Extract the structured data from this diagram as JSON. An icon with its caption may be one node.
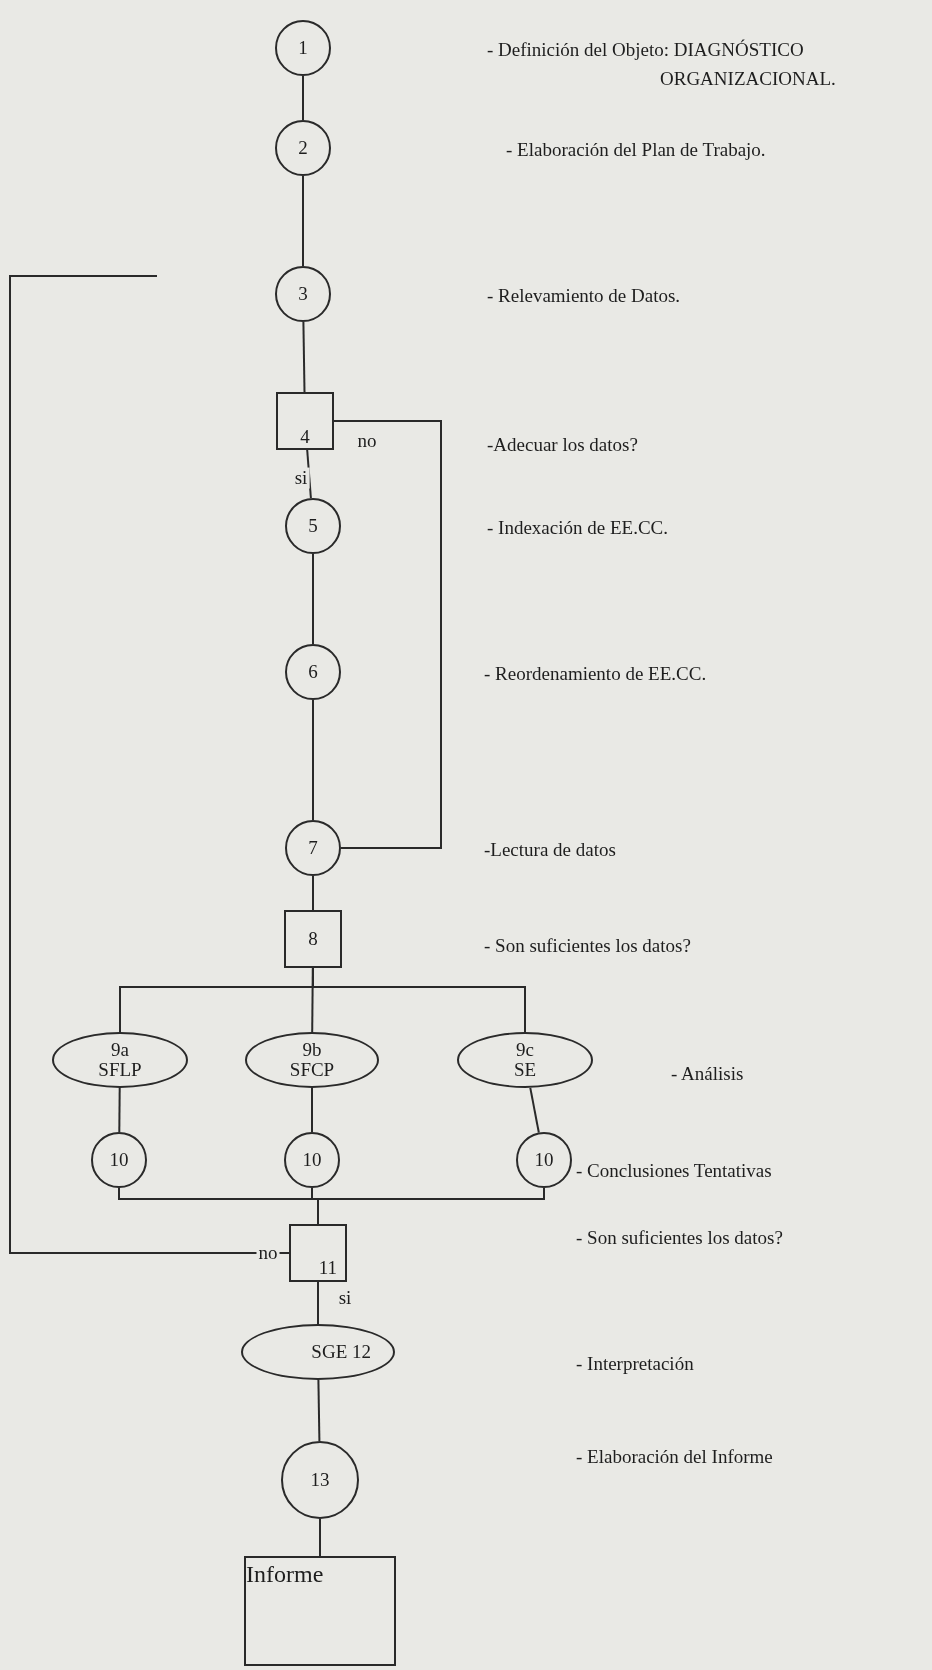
{
  "diagram": {
    "nodes": [
      {
        "text": [
          "1"
        ]
      },
      {
        "text": [
          "2"
        ]
      },
      {
        "text": [
          "3"
        ]
      },
      {
        "text": [
          "4"
        ]
      },
      {
        "text": [
          "5"
        ]
      },
      {
        "text": [
          "6"
        ]
      },
      {
        "text": [
          "7"
        ]
      },
      {
        "text": [
          "8"
        ]
      },
      {
        "text": [
          "9a",
          "SFLP"
        ]
      },
      {
        "text": [
          "9b",
          "SFCP"
        ]
      },
      {
        "text": [
          "9c",
          "SE"
        ]
      },
      {
        "text": [
          "10"
        ]
      },
      {
        "text": [
          "10"
        ]
      },
      {
        "text": [
          "10"
        ],
        "beside": [
          "- Conclusiones Tentativas"
        ]
      },
      {
        "text": [
          "11"
        ]
      },
      {
        "text": [
          "SGE 12"
        ]
      },
      {
        "text": [
          "13"
        ]
      },
      {
        "text": [
          "Informe"
        ]
      }
    ],
    "edges": [
      {
        "from": 0,
        "to": 1,
        "arrow": "none"
      },
      {
        "from": 1,
        "to": 2,
        "arrow": "none"
      },
      {
        "from": 2,
        "to": 3,
        "arrow": "none"
      },
      {
        "from": 3,
        "to": 4,
        "arrow": "none",
        "label": "si"
      },
      {
        "from": 4,
        "to": 5,
        "arrow": "none"
      },
      {
        "from": 5,
        "to": 6,
        "arrow": "none"
      },
      {
        "from": 6,
        "to": 7,
        "arrow": "none"
      },
      {
        "from": 7,
        "to": 8,
        "arrow": "none"
      },
      {
        "from": 7,
        "to": 9,
        "arrow": "none"
      },
      {
        "from": 7,
        "to": 10,
        "arrow": "none"
      },
      {
        "from": 8,
        "to": 11,
        "arrow": "none"
      },
      {
        "from": 9,
        "to": 12,
        "arrow": "none"
      },
      {
        "from": 10,
        "to": 13,
        "arrow": "none"
      },
      {
        "from": 11,
        "to": 14,
        "arrow": "none"
      },
      {
        "from": 12,
        "to": 14,
        "arrow": "none"
      },
      {
        "from": 13,
        "to": 14,
        "arrow": "none"
      },
      {
        "from": 14,
        "to": 15,
        "arrow": "none",
        "label": "si"
      },
      {
        "from": 15,
        "to": 16,
        "arrow": "none"
      },
      {
        "from": 16,
        "to": 17,
        "arrow": "none"
      },
      {
        "from": 3,
        "to": 6,
        "arrow": "none",
        "label": "no"
      },
      {
        "from": 14,
        "to": null,
        "arrow": "none",
        "label": "no"
      }
    ],
    "labels": [
      "- Definición del Objeto: DIAGNÓSTICO ORGANIZACIONAL.",
      "- Elaboración del Plan de Trabajo.",
      "- Relevamiento de Datos.",
      "-Adecuar los datos?",
      "- Indexación de EE.CC.",
      "- Reordenamiento de EE.CC.",
      "-Lectura de datos",
      "- Son suficientes los datos?",
      "- Análisis",
      "- Son suficientes los datos?",
      "- Interpretación",
      "- Elaboración del Informe"
    ]
  }
}
